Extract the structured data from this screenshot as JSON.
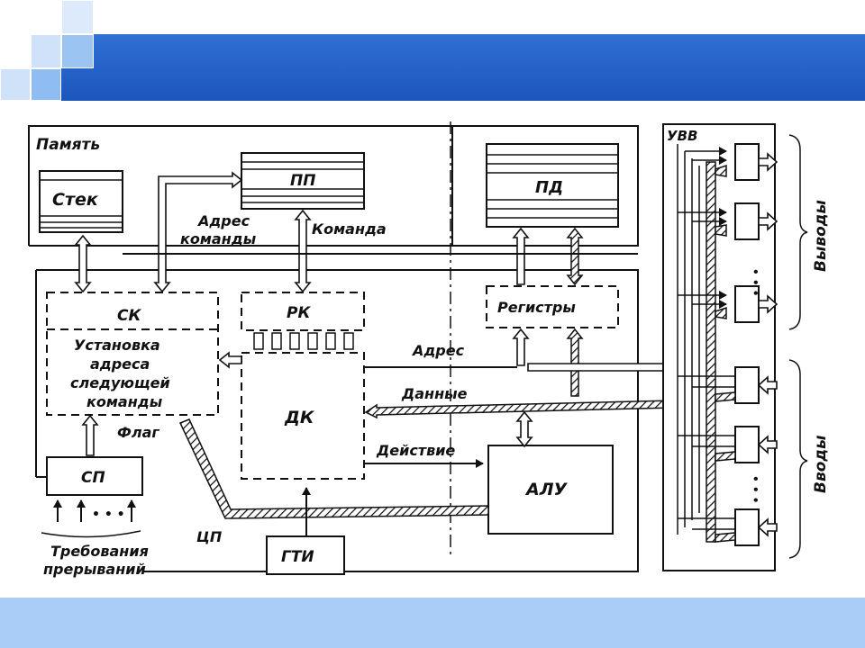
{
  "colors": {
    "header": "#2060c8",
    "header_light": "#8fbcf2",
    "footer": "#a9cdf7",
    "ink": "#111111"
  },
  "diagram": {
    "memory": "Память",
    "stack": "Стек",
    "pp": "ПП",
    "pd": "ПД",
    "address_command": [
      "Адрес",
      "команды"
    ],
    "command": "Команда",
    "sk": "СК",
    "next_address": [
      "Установка",
      "адреса",
      "следующей",
      "команды"
    ],
    "rk": "РК",
    "registers": "Регистры",
    "address": "Адрес",
    "data": "Данные",
    "dk": "ДК",
    "action": "Действие",
    "flag": "Флаг",
    "sp": "СП",
    "alu": "АЛУ",
    "gti": "ГТИ",
    "cp": "ЦП",
    "interrupts": [
      "Требования",
      "прерываний"
    ],
    "uvv": "УВВ",
    "dots": "• • •",
    "outputs": "Выводы",
    "inputs": "Вводы"
  }
}
